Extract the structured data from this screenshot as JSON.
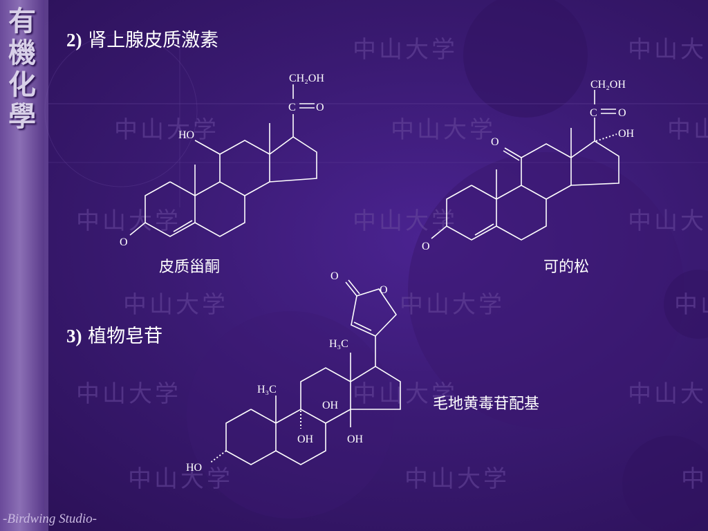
{
  "logo": {
    "chars": [
      "有",
      "機",
      "化",
      "學"
    ]
  },
  "watermark": "中山大学",
  "footer": {
    "studio": "-Birdwing Studio-"
  },
  "sections": [
    {
      "number": "2)",
      "title": "肾上腺皮质激素"
    },
    {
      "number": "3)",
      "title": "植物皂苷"
    }
  ],
  "compounds": [
    {
      "name": "皮质甾酮"
    },
    {
      "name": "可的松"
    },
    {
      "name": "毛地黄毒苷配基"
    }
  ],
  "labels": {
    "ch2oh": "CH₂OH",
    "c": "C",
    "o": "O",
    "oh": "OH",
    "ho": "HO",
    "h3c": "H₃C"
  }
}
